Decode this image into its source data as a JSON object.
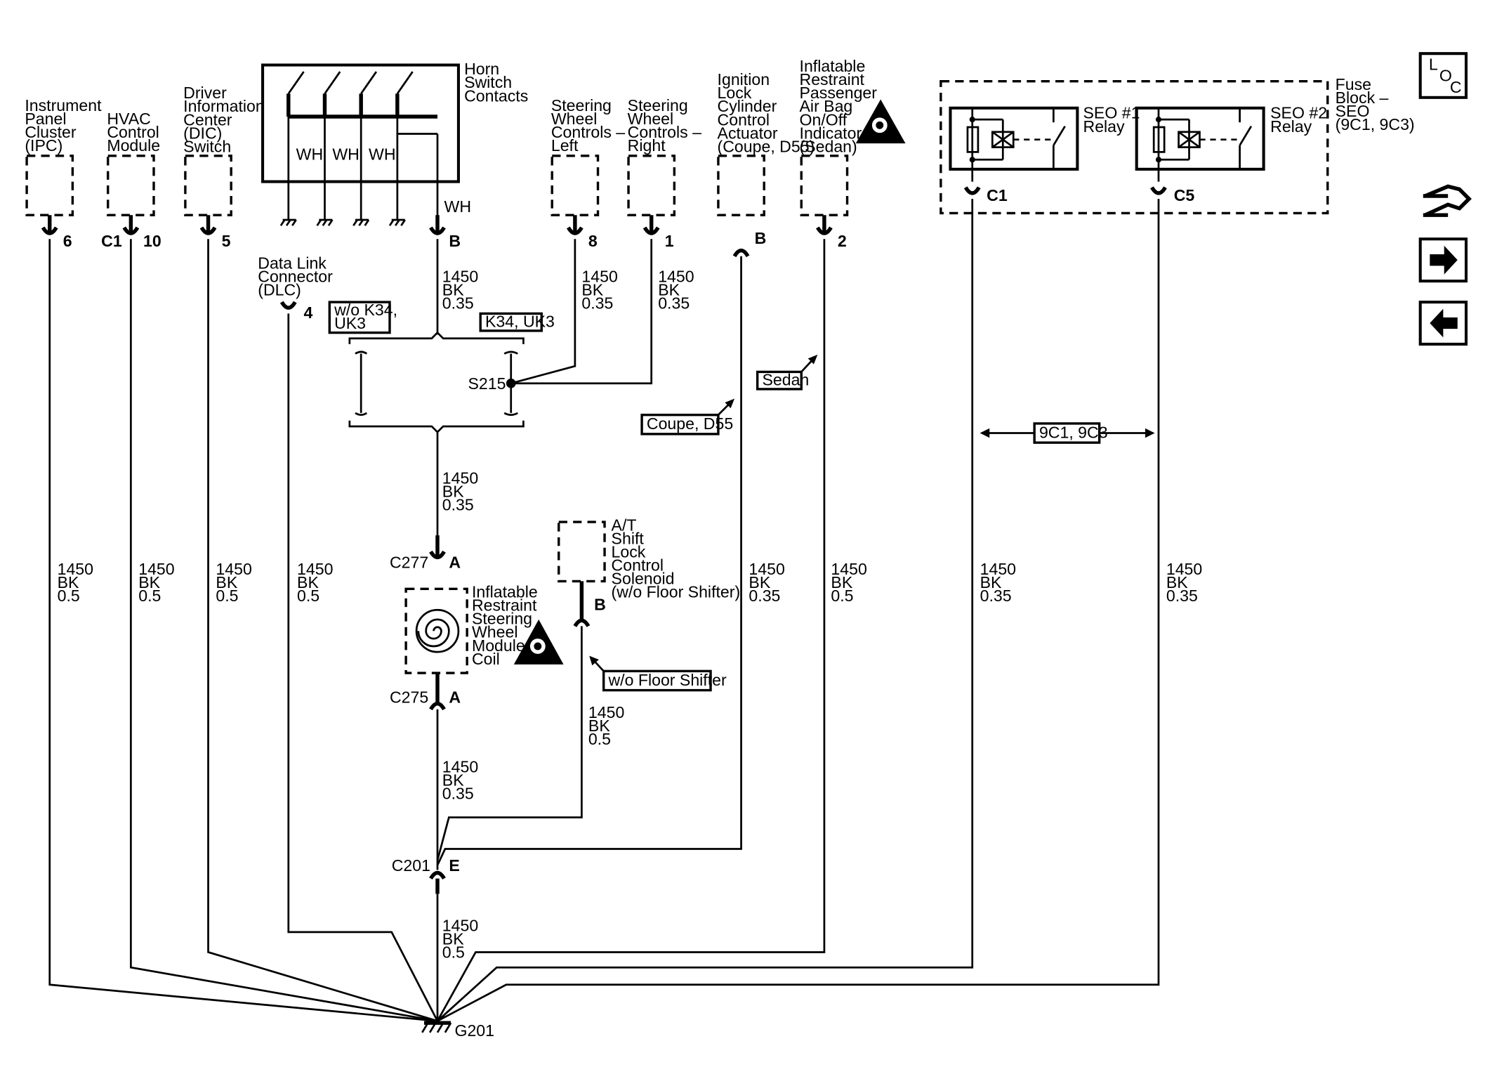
{
  "components": {
    "ipc": [
      "Instrument",
      "Panel",
      "Cluster",
      "(IPC)"
    ],
    "hvac": [
      "HVAC",
      "Control",
      "Module"
    ],
    "dic": [
      "Driver",
      "Information",
      "Center",
      "(DIC)",
      "Switch"
    ],
    "horn": [
      "Horn",
      "Switch",
      "Contacts"
    ],
    "swc_left": [
      "Steering",
      "Wheel",
      "Controls –",
      "Left"
    ],
    "swc_right": [
      "Steering",
      "Wheel",
      "Controls –",
      "Right"
    ],
    "ignition": [
      "Ignition",
      "Lock",
      "Cylinder",
      "Control",
      "Actuator",
      "(Coupe, D55)"
    ],
    "airbag_ind": [
      "Inflatable",
      "Restraint",
      "Passenger",
      "Air Bag",
      "On/Off",
      "Indicator",
      "(Sedan)"
    ],
    "fuse_block": [
      "Fuse",
      "Block –",
      "SEO",
      "(9C1, 9C3)"
    ],
    "seo1": [
      "SEO #1",
      "Relay"
    ],
    "seo2": [
      "SEO #2",
      "Relay"
    ],
    "dlc": [
      "Data Link",
      "Connector",
      "(DLC)"
    ],
    "shift_lock": [
      "A/T",
      "Shift",
      "Lock",
      "Control",
      "Solenoid",
      "(w/o Floor Shifter)"
    ],
    "coil": [
      "Inflatable",
      "Restraint",
      "Steering",
      "Wheel",
      "Module",
      "Coil"
    ]
  },
  "horn_wires": [
    "WH",
    "WH",
    "WH"
  ],
  "pins": {
    "ipc": "6",
    "hvac_conn": "C1",
    "hvac": "10",
    "dic": "5",
    "horn": "B",
    "horn_wire": "WH",
    "swc_left": "8",
    "swc_right": "1",
    "ignition": "B",
    "airbag_ind": "2",
    "dlc": "4",
    "seo1": "C1",
    "seo2": "C5",
    "c277": "A",
    "c275": "A",
    "shift_lock": "B",
    "c201": "E"
  },
  "connectors": {
    "c277": "C277",
    "c275": "C275",
    "c201": "C201",
    "s215": "S215",
    "g201": "G201"
  },
  "options": {
    "wo_k34": [
      "w/o K34,",
      "UK3"
    ],
    "k34": "K34, UK3",
    "sedan": "Sedan",
    "coupe": "Coupe, D55",
    "wo_floor": "w/o Floor Shifter",
    "fuse_opt": "9C1, 9C3"
  },
  "wire_specs": {
    "bk035": [
      "1450",
      "BK",
      "0.35"
    ],
    "bk05": [
      "1450",
      "BK",
      "0.5"
    ]
  },
  "nav": {
    "loc": "LOC",
    "icons": [
      "connector-icon",
      "arrow-right-icon",
      "arrow-left-icon"
    ]
  }
}
